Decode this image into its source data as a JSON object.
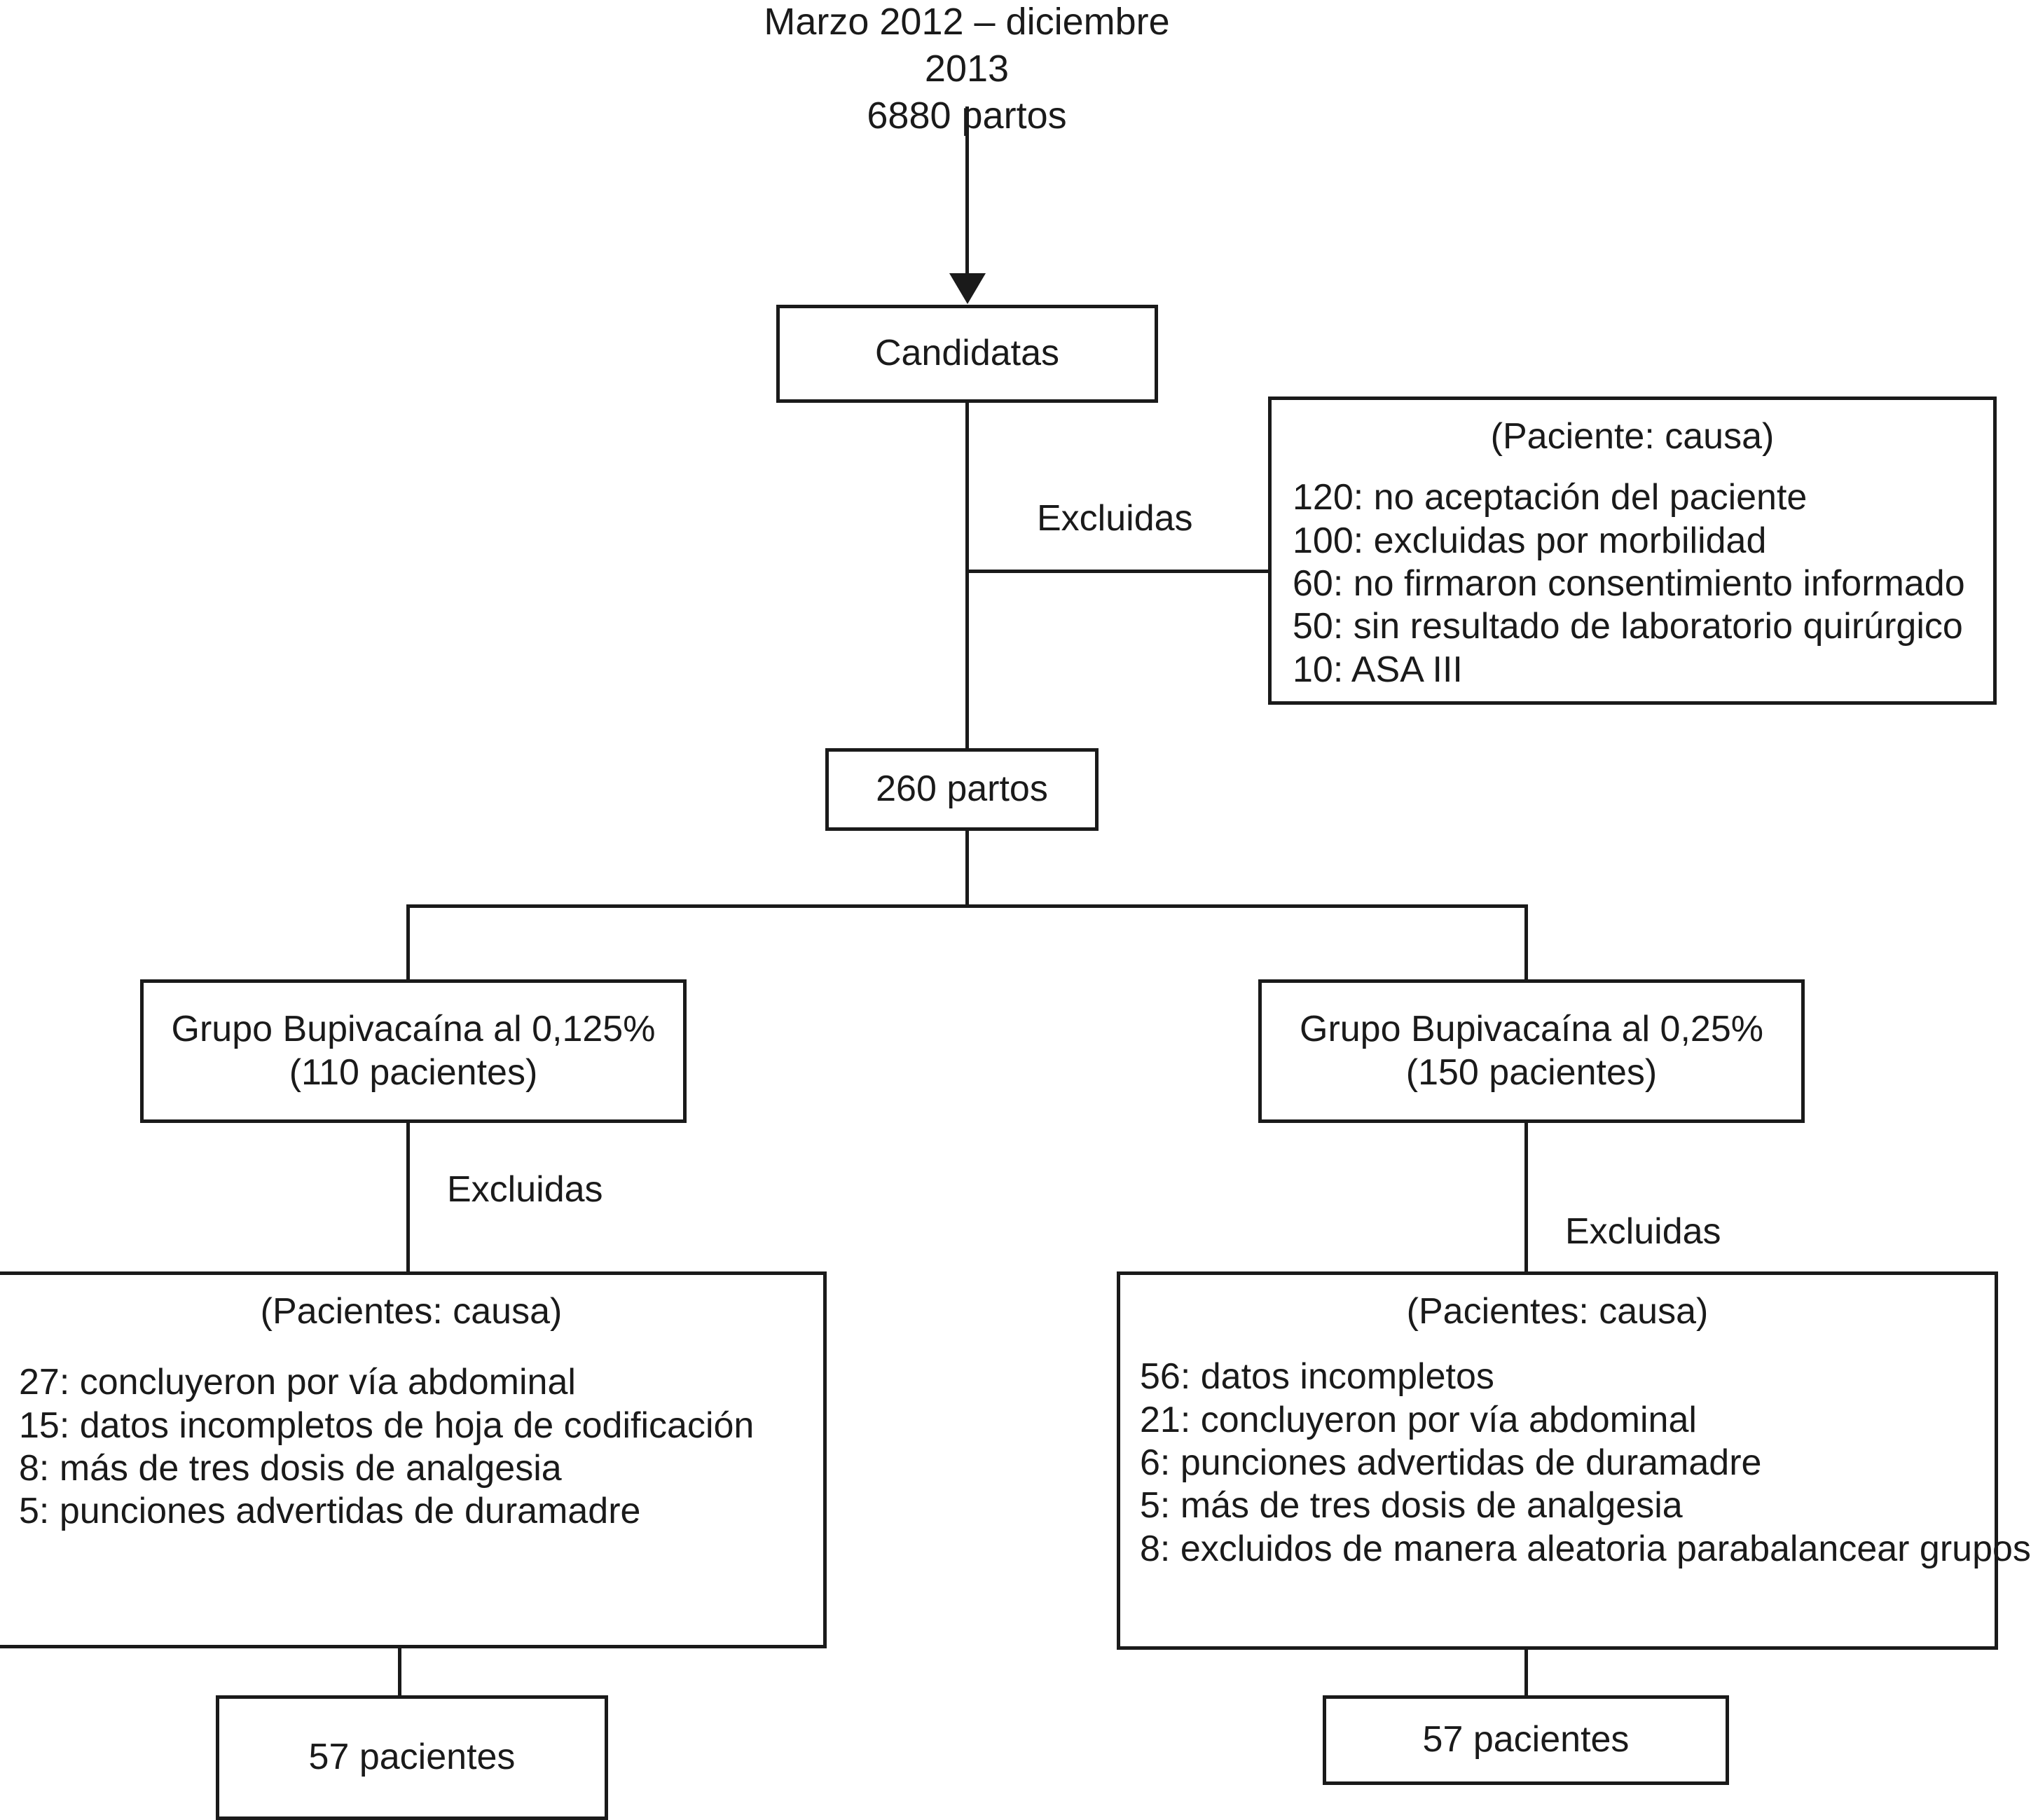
{
  "header": {
    "period": "Marzo 2012 – diciembre 2013",
    "total": "6880 partos"
  },
  "nodes": {
    "candidatas": {
      "label": "Candidatas"
    },
    "partos_260": {
      "label": "260 partos"
    },
    "group_left": {
      "line1": "Grupo Bupivacaína al 0,125%",
      "line2": "(110 pacientes)"
    },
    "group_right": {
      "line1": "Grupo Bupivacaína al 0,25%",
      "line2": "(150 pacientes)"
    },
    "final_left": {
      "label": "57 pacientes"
    },
    "final_right": {
      "label": "57 pacientes"
    }
  },
  "edge_labels": {
    "excluidas_top": "Excluidas",
    "excluidas_left": "Excluidas",
    "excluidas_right": "Excluidas"
  },
  "exclusions_top": {
    "title": "(Paciente: causa)",
    "items": [
      "120: no aceptación del paciente",
      "100: excluidas por morbilidad",
      "60: no firmaron consentimiento informado",
      "50: sin resultado de laboratorio quirúrgico",
      "10: ASA III"
    ]
  },
  "exclusions_left": {
    "title": "(Pacientes: causa)",
    "items": [
      "27: concluyeron por vía abdominal",
      "15: datos incompletos de hoja de codificación",
      "8: más de tres dosis de analgesia",
      "5: punciones advertidas de duramadre"
    ]
  },
  "exclusions_right": {
    "title": "(Pacientes: causa)",
    "items": [
      "56: datos incompletos",
      "21: concluyeron por vía abdominal",
      "6: punciones advertidas de duramadre",
      "5: más de tres dosis de analgesia",
      "8: excluidos de manera aleatoria parabalancear grupos"
    ]
  },
  "colors": {
    "stroke": "#1a1a1a",
    "background": "#ffffff"
  }
}
